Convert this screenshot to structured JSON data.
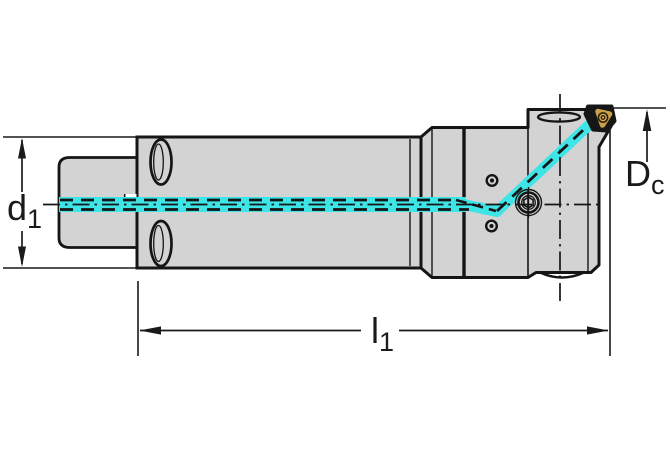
{
  "figure": {
    "name": "tool-holder-side-view-technical-drawing"
  },
  "labels": {
    "d1": {
      "base": "d",
      "sub": "1"
    },
    "l1": {
      "base": "l",
      "sub": "1"
    },
    "dc": {
      "base": "D",
      "sub": "c"
    }
  },
  "colors": {
    "background": "#FFFFFF",
    "body_fill": "#D3D3D3",
    "outline": "#151515",
    "dimension": "#1A1A1A",
    "coolant": "#3FE4E6",
    "insert_gold": "#C9A14A",
    "insert_gold_light": "#DDB35C",
    "insert_dark": "#2E2108",
    "insert_black": "#161616"
  }
}
